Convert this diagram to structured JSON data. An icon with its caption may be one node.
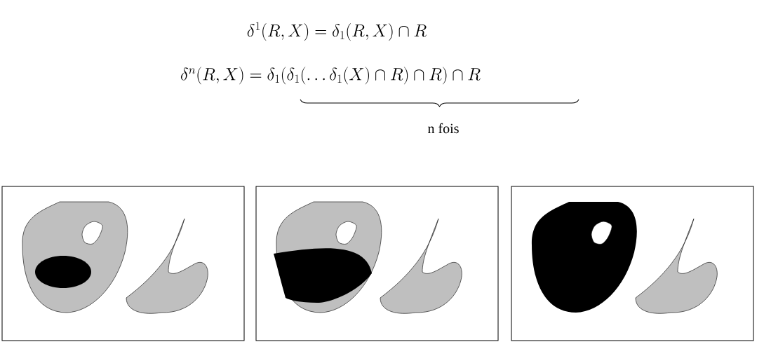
{
  "diagram": {
    "labels": [
      "\\delta^{1}(R,X)=\\delta_{1}(R,X)\\cap R",
      "\\delta^{n}(R,X)=\\delta_{1}(\\delta_{1}(\\ldots\\delta_{1}(X)\\cap R)\\cap R)\\cap R",
      "n fois"
    ]
  }
}
